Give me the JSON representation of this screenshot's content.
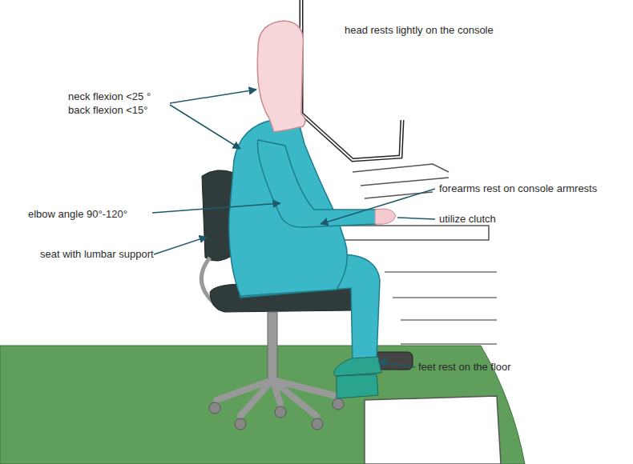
{
  "diagram": {
    "labels": [
      "head rests lightly on the console",
      "neck flexion <25 °",
      "back flexion <15°",
      "forearms rest on console armrests",
      "utilize clutch",
      "elbow angle 90°-120°",
      "seat with lumbar support",
      "feet rest on the floor"
    ]
  }
}
